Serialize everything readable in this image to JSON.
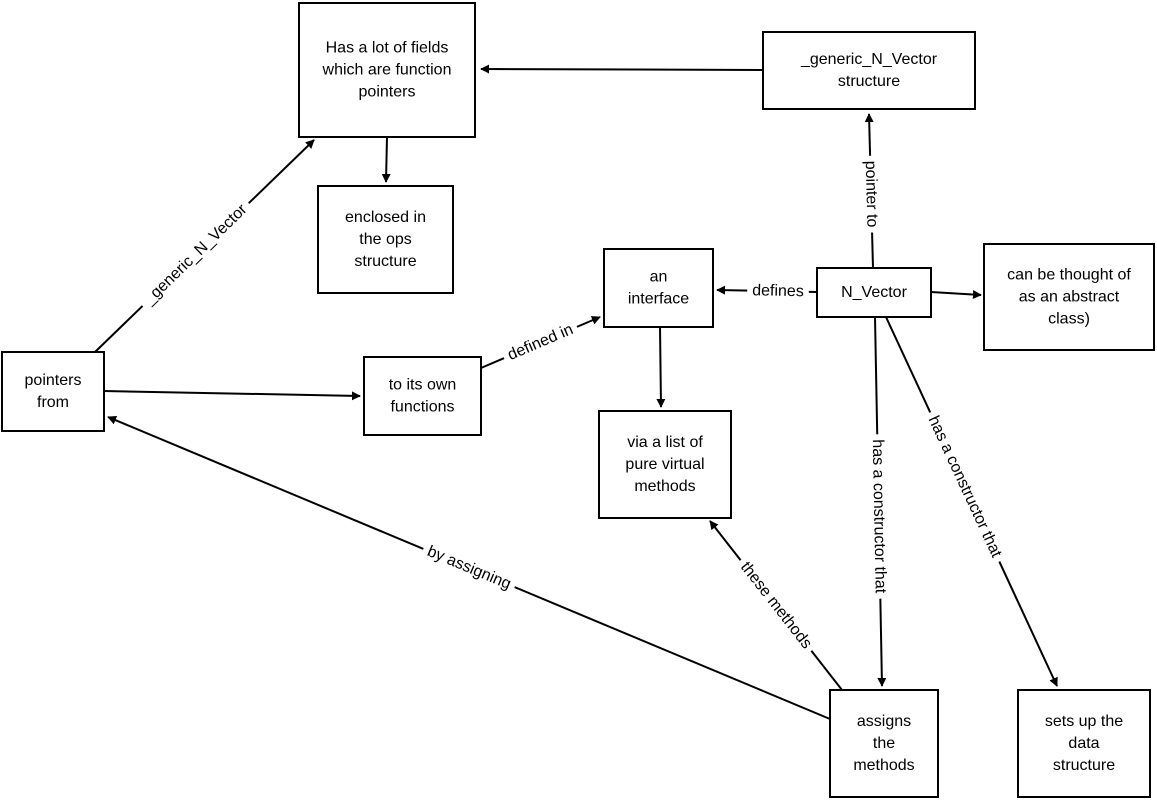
{
  "nodes": {
    "fields": [
      "Has a lot of fields",
      "which are function",
      "pointers"
    ],
    "generic_struct": [
      "_generic_N_Vector",
      "structure"
    ],
    "enclosed": [
      "enclosed in",
      "the ops",
      "structure"
    ],
    "interface": [
      "an",
      "interface"
    ],
    "nvector": [
      "N_Vector"
    ],
    "abstract": [
      "can be thought of",
      "as an abstract",
      "class)"
    ],
    "pointers_from": [
      "pointers",
      "from"
    ],
    "own_functions": [
      "to its own",
      "functions"
    ],
    "virtual": [
      "via a list of",
      "pure virtual",
      "methods"
    ],
    "assigns": [
      "assigns",
      "the",
      "methods"
    ],
    "setsup": [
      "sets up the",
      "data",
      "structure"
    ]
  },
  "edges": {
    "generic_to_fields": "",
    "fields_to_enclosed": "",
    "nvector_to_generic": "pointer to",
    "nvector_to_interface": "defines",
    "nvector_to_abstract": "",
    "interface_to_virtual": "",
    "pointers_to_fields": "_generic_N_Vector",
    "pointers_to_own": "",
    "own_to_interface": "defined in",
    "nvector_to_assigns": "has a constructor that",
    "nvector_to_setsup": "has a constructor that",
    "assigns_to_virtual": "these methods",
    "assigns_to_pointers": "by assigning"
  },
  "colors": {
    "stroke": "#000000",
    "fill": "#ffffff",
    "text": "#000000"
  }
}
